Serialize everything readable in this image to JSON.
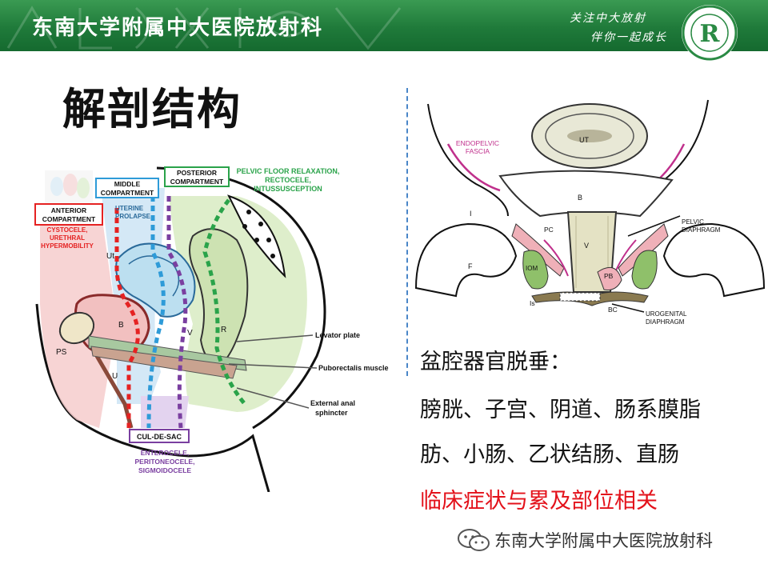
{
  "header": {
    "title": "东南大学附属中大医院放射科",
    "slogan_line1": "关注中大放射",
    "slogan_line2": "伴你一起成长",
    "logo_letter": "R"
  },
  "slide": {
    "title": "解剖结构",
    "text_line1": "盆腔器官脱垂：",
    "text_line2": "膀胱、子宫、阴道、肠系膜脂",
    "text_line3": "肪、小肠、乙状结肠、直肠",
    "text_line4": "临床症状与累及部位相关"
  },
  "left_figure": {
    "anterior_box": "ANTERIOR COMPARTMENT",
    "anterior_line1": "ANTERIOR",
    "anterior_line2": "COMPARTMENT",
    "anterior_desc1": "CYSTOCELE,",
    "anterior_desc2": "URETHRAL",
    "anterior_desc3": "HYPERMOBILITY",
    "middle_line1": "MIDDLE",
    "middle_line2": "COMPARTMENT",
    "middle_desc1": "UTERINE",
    "middle_desc2": "PROLAPSE",
    "posterior_line1": "POSTERIOR",
    "posterior_line2": "COMPARTMENT",
    "posterior_desc1": "PELVIC FLOOR RELAXATION,",
    "posterior_desc2": "RECTOCELE,",
    "posterior_desc3": "INTUSSUSCEPTION",
    "label_ut": "Ut",
    "label_b": "B",
    "label_v": "V",
    "label_r": "R",
    "label_ps": "PS",
    "label_u": "U",
    "levator": "Levator plate",
    "puborectalis": "Puborectalis muscle",
    "external1": "External anal",
    "external2": "sphincter",
    "culdesac": "CUL-DE-SAC",
    "culdesac_desc1": "ENTEROCELE,",
    "culdesac_desc2": "PERITONEOCELE,",
    "culdesac_desc3": "SIGMOIDOCELE"
  },
  "right_figure": {
    "endopelvic1": "ENDOPELVIC",
    "endopelvic2": "FASCIA",
    "label_ut": "UT",
    "label_b": "B",
    "label_i": "I",
    "label_pc": "PC",
    "label_v": "V",
    "label_iom": "IOM",
    "label_pb": "PB",
    "label_f": "F",
    "label_is": "Is",
    "label_bc": "BC",
    "pelvic1": "PELVIC",
    "pelvic2": "DIAPHRAGM",
    "urogenital1": "UROGENITAL",
    "urogenital2": "DIAPHRAGM"
  },
  "footer": {
    "source": "东南大学附属中大医院放射科"
  },
  "colors": {
    "header_green": "#1f7a3a",
    "highlight_red": "#e3111a",
    "anterior_red": "#e52222",
    "middle_blue": "#2e9bd8",
    "posterior_green": "#2aa34a",
    "culdesac_purple": "#7a3fa0",
    "fascia_magenta": "#c0308c"
  }
}
